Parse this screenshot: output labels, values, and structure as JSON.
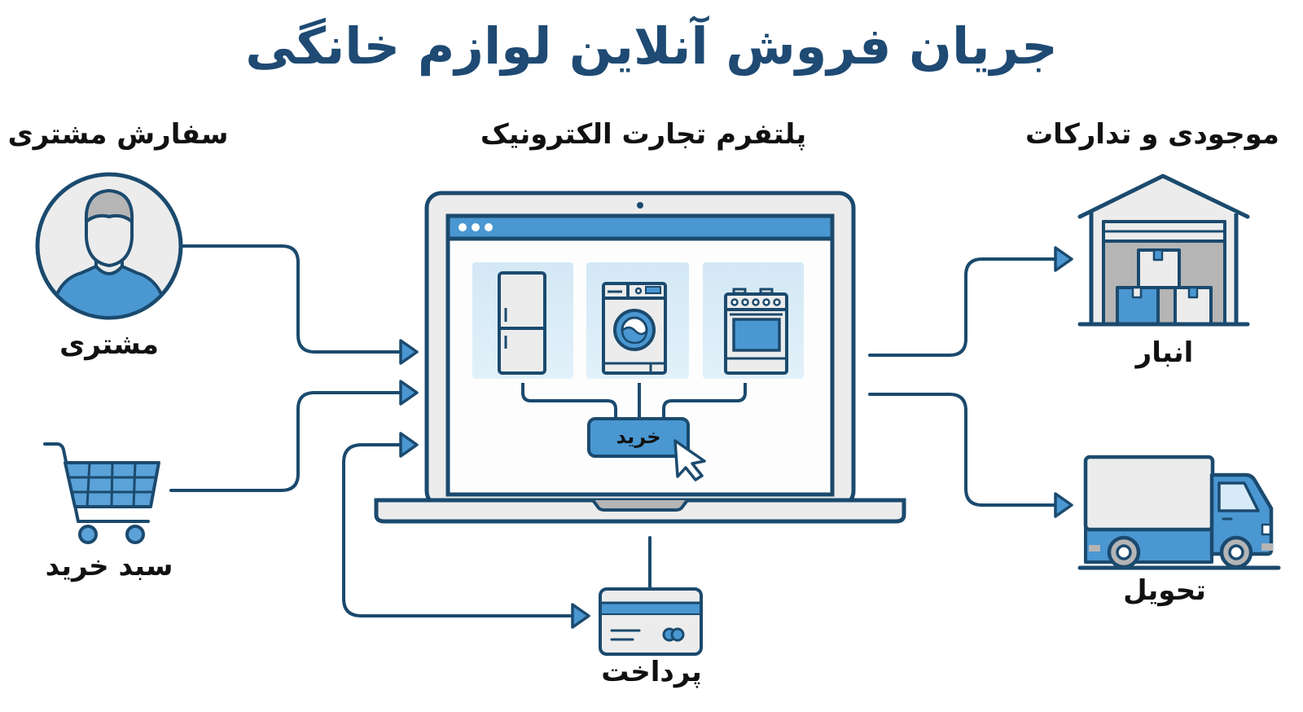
{
  "title": "جریان فروش آنلاین لوازم خانگی",
  "colors": {
    "navy": "#1b4a6e",
    "accent_blue": "#4a97d2",
    "light_blue": "#d6ebf7",
    "light_gray": "#ececec",
    "mid_gray": "#b5b5b5",
    "title_color": "#1e4a73"
  },
  "sections": {
    "customer_order": "سفارش مشتری",
    "ecommerce_platform": "پلتفرم تجارت الکترونیک",
    "inventory_logistics": "موجودی و تدارکات"
  },
  "nodes": {
    "customer": {
      "label": "مشتری",
      "icon": "user-avatar-icon"
    },
    "cart": {
      "label": "سبد خرید",
      "icon": "shopping-cart-icon"
    },
    "payment": {
      "label": "پرداخت",
      "icon": "credit-card-icon"
    },
    "warehouse": {
      "label": "انبار",
      "icon": "warehouse-icon"
    },
    "delivery": {
      "label": "تحویل",
      "icon": "delivery-truck-icon"
    }
  },
  "laptop": {
    "browser_dots": 3,
    "products": [
      {
        "name": "refrigerator",
        "icon": "refrigerator-icon"
      },
      {
        "name": "washing-machine",
        "icon": "washing-machine-icon"
      },
      {
        "name": "stove",
        "icon": "stove-icon"
      }
    ],
    "buy_button": "خرید",
    "cursor_icon": "mouse-pointer-icon"
  },
  "flows": [
    {
      "from": "customer",
      "to": "ecommerce_platform"
    },
    {
      "from": "cart",
      "to": "ecommerce_platform"
    },
    {
      "from": "payment",
      "to": "ecommerce_platform"
    },
    {
      "from": "ecommerce_platform",
      "to": "payment"
    },
    {
      "from": "ecommerce_platform",
      "to": "warehouse"
    },
    {
      "from": "ecommerce_platform",
      "to": "delivery"
    }
  ]
}
